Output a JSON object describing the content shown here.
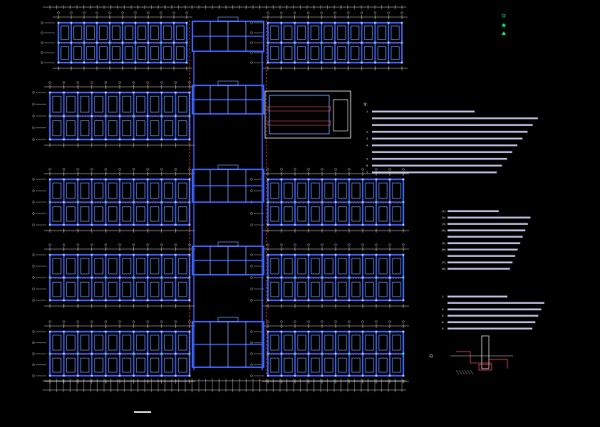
{
  "legend": {
    "items": [
      {
        "symbol": "circle",
        "color": "#00ff88",
        "label": ""
      },
      {
        "symbol": "star",
        "color": "#00ff88",
        "label": ""
      },
      {
        "symbol": "triangle",
        "color": "#00ff88",
        "label": ""
      }
    ]
  },
  "notes_a": {
    "heading": "注:",
    "lines": [
      "1.",
      "",
      "",
      "2.",
      "3.",
      "4.",
      "",
      "5.",
      "6.",
      "7."
    ]
  },
  "notes_b": {
    "heading": "",
    "lines": [
      "(1)",
      "(2)",
      "(3)",
      "(4)",
      "",
      "(5)",
      "(6)",
      "",
      "(7)",
      "(8)"
    ]
  },
  "notes_c": {
    "heading": "",
    "lines": [
      "1.",
      "",
      "2.",
      "3.",
      "4.",
      "5."
    ]
  },
  "detail": {
    "title": "",
    "caption": ""
  },
  "colors": {
    "grid": "#ffffff",
    "beam": "#3b62ff",
    "column": "#6fa0ff",
    "dim": "#ff5566",
    "node": "#00ff66",
    "wall": "#bfc7ff"
  }
}
